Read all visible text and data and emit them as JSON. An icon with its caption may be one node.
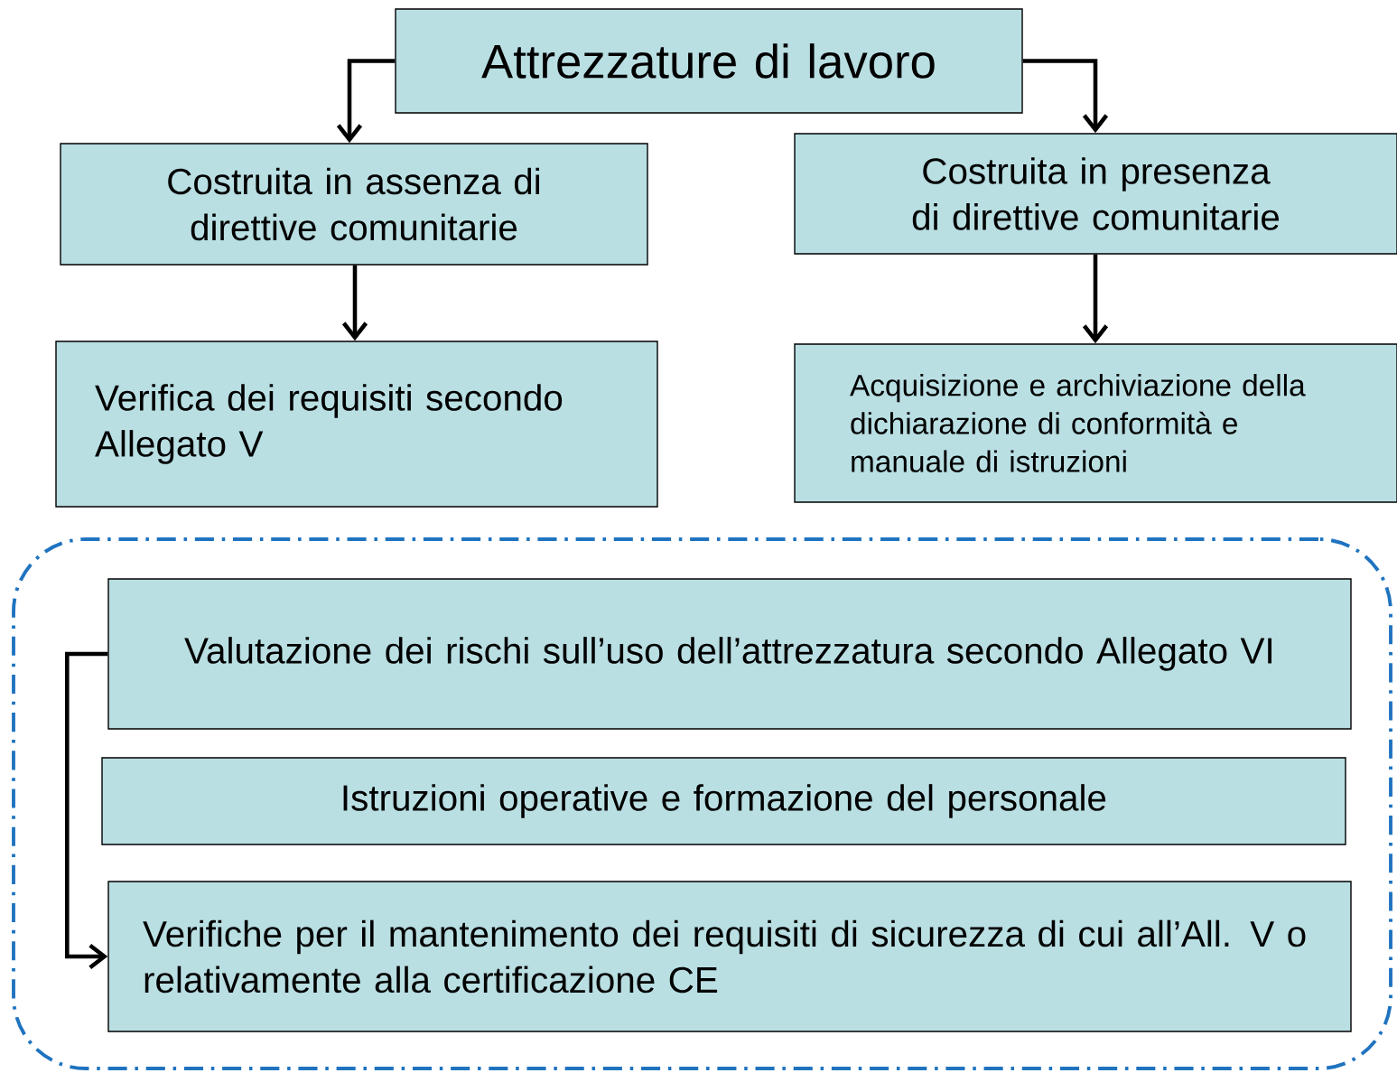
{
  "diagram": {
    "nodes": [
      {
        "text": [
          "Attrezzature di lavoro"
        ]
      },
      {
        "text": [
          "Costruita in assenza di direttive comunitarie"
        ]
      },
      {
        "text": [
          "Costruita in presenza di direttive comunitarie"
        ]
      },
      {
        "text": [
          "Verifica dei requisiti secondo Allegato V"
        ]
      },
      {
        "text": [
          "Acquisizione e archiviazione della dichiarazione di conformità e manuale di istruzioni"
        ]
      },
      {
        "text": [],
        "shape": "box"
      },
      {
        "text": [
          "Valutazione dei rischi sull’uso dell’attrezzatura secondo Allegato VI"
        ],
        "in": 5
      },
      {
        "text": [
          "Istruzioni operative e formazione del personale"
        ],
        "in": 5
      },
      {
        "text": [
          "Verifiche per il mantenimento dei requisiti di sicurezza di cui all’All. V o relativamente alla certificazione CE"
        ],
        "in": 5
      }
    ],
    "edges": [
      {
        "from": 0,
        "to": 1,
        "arrow": "to"
      },
      {
        "from": 0,
        "to": 2,
        "arrow": "to"
      },
      {
        "from": 1,
        "to": 3,
        "arrow": "to"
      },
      {
        "from": 2,
        "to": 4,
        "arrow": "to"
      },
      {
        "from": 6,
        "to": 8,
        "arrow": "to"
      }
    ]
  }
}
